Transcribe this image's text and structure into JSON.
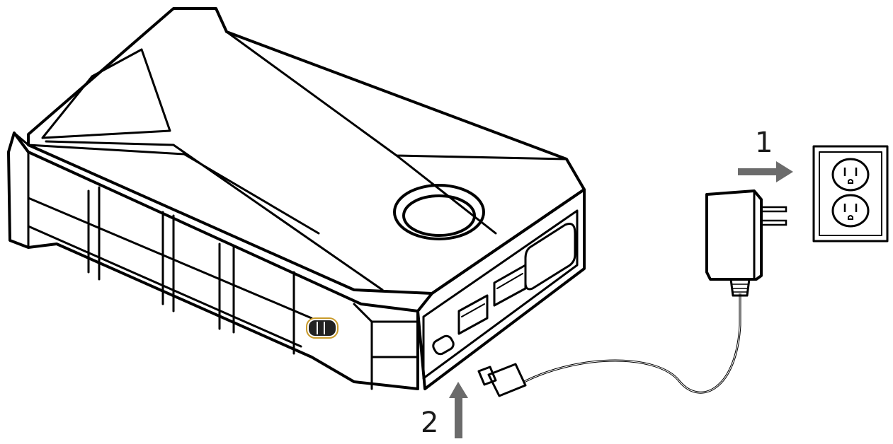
{
  "steps": [
    {
      "number": "1"
    },
    {
      "number": "2"
    }
  ],
  "colors": {
    "outline": "#000000",
    "arrow": "#6b6b6b",
    "background": "#ffffff",
    "accent_ring": "#c89a2a"
  },
  "icons": {
    "device": "jump-starter-power-bank",
    "adapter": "wall-charger-adapter",
    "outlet": "duplex-wall-outlet",
    "cable": "charging-cable-with-connector"
  }
}
